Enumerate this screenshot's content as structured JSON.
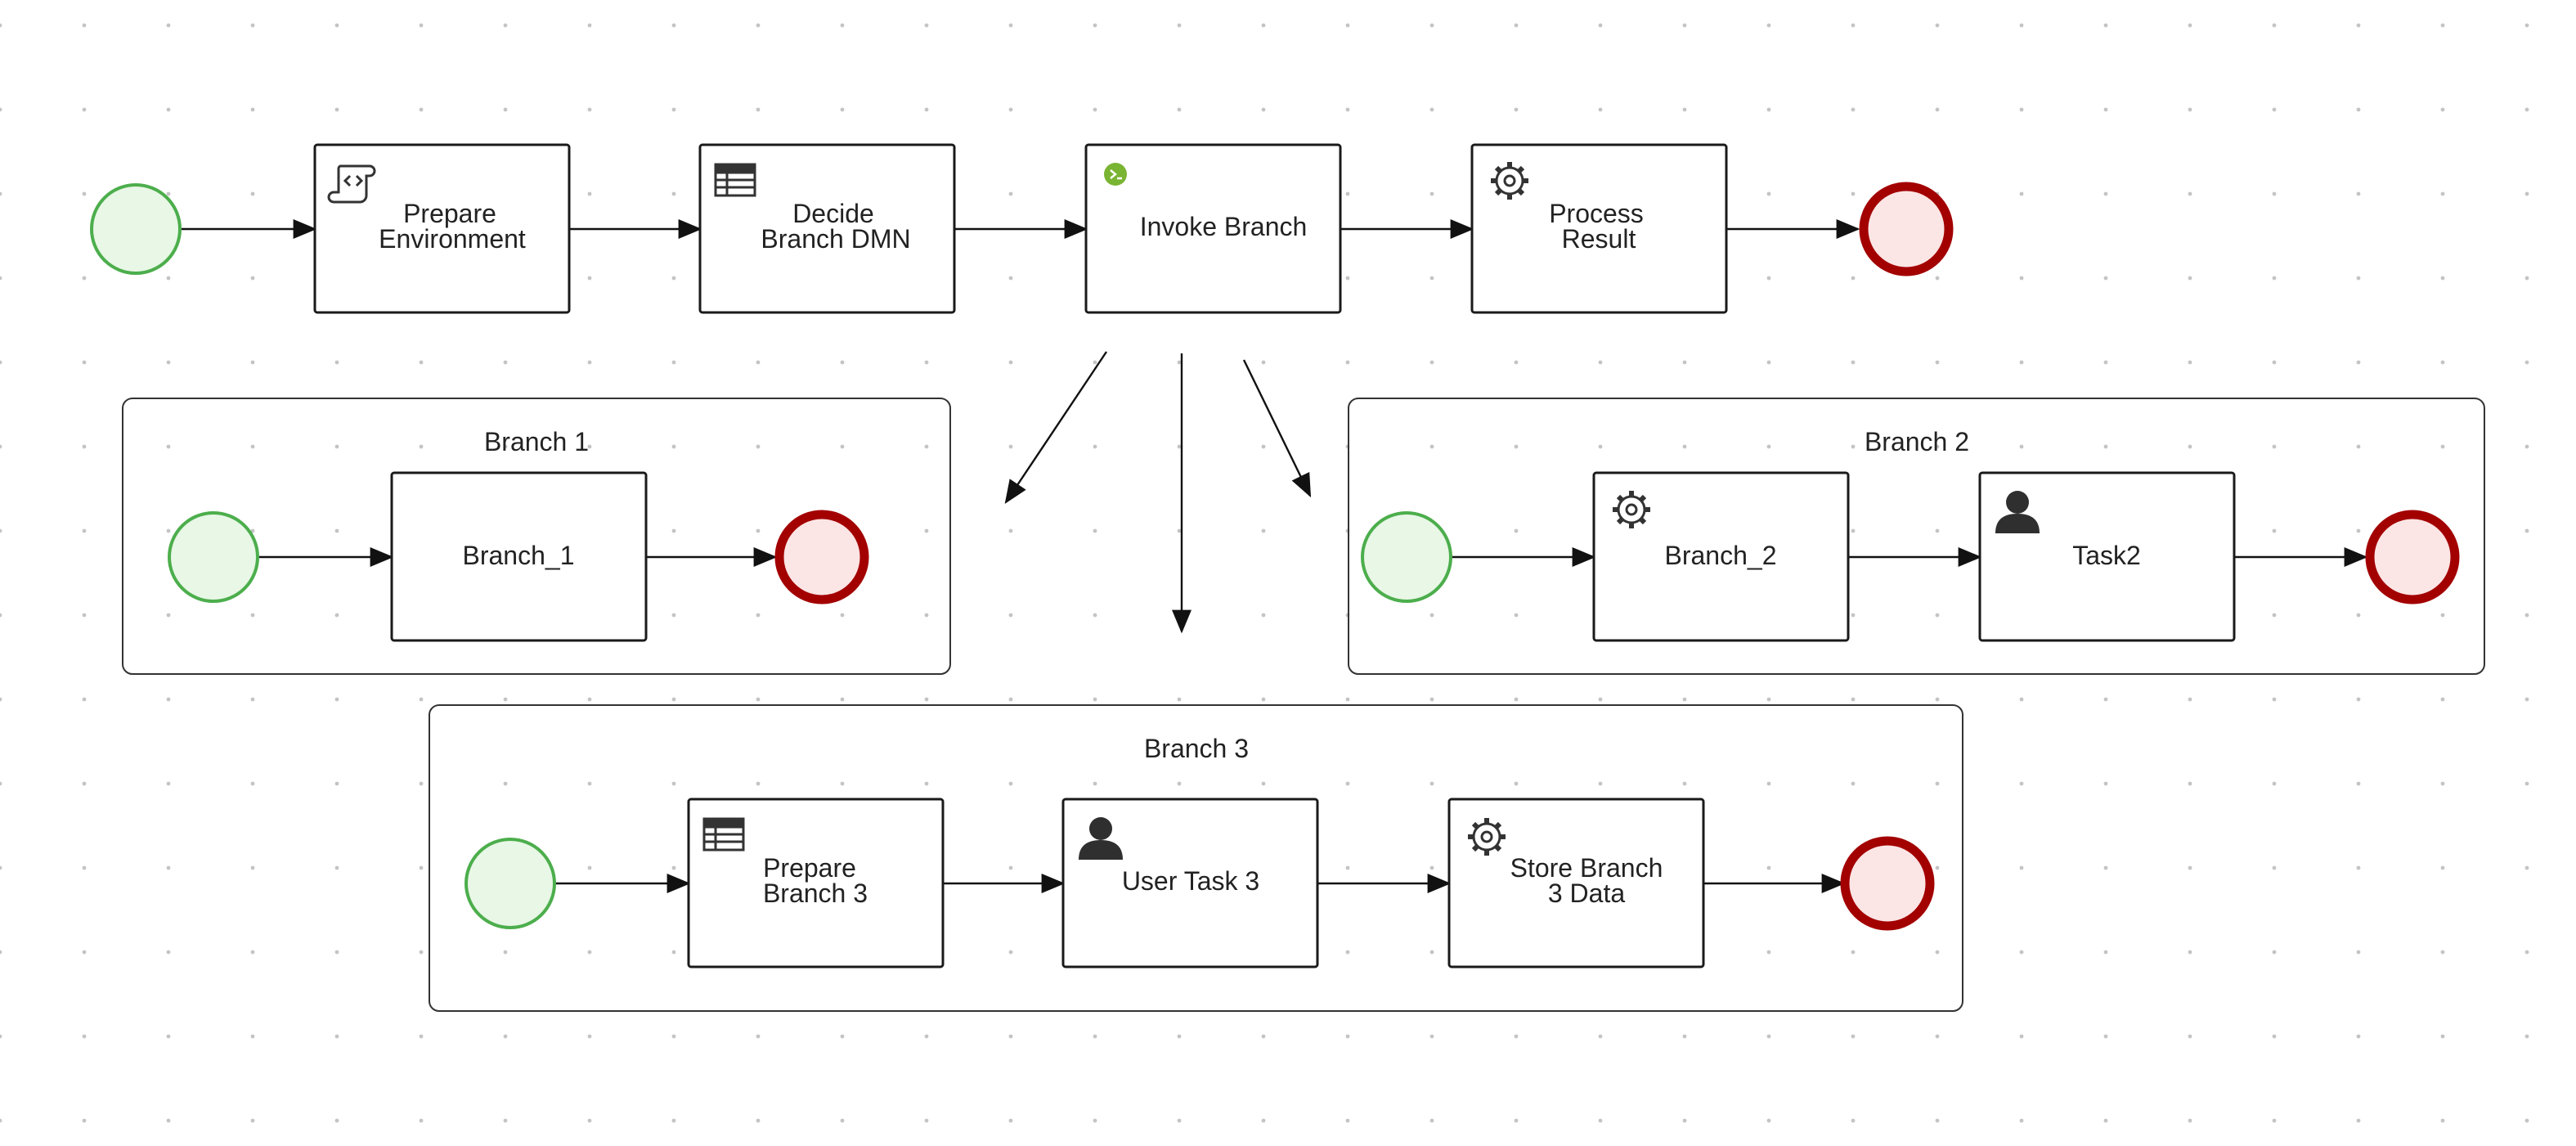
{
  "diagram": {
    "main_flow": {
      "tasks": {
        "prepare_environment": {
          "lines": [
            "Prepare",
            "Environment"
          ],
          "icon": "script-icon"
        },
        "decide_branch_dmn": {
          "lines": [
            "Decide",
            "Branch DMN"
          ],
          "icon": "business-rule-table-icon"
        },
        "invoke_branch": {
          "lines": [
            "Invoke Branch"
          ],
          "icon": "service-task-icon"
        },
        "process_result": {
          "lines": [
            "Process",
            "Result"
          ],
          "icon": "gear-icon"
        }
      }
    },
    "branch1": {
      "title": "Branch 1",
      "tasks": {
        "branch_1": {
          "lines": [
            "Branch_1"
          ]
        }
      }
    },
    "branch2": {
      "title": "Branch 2",
      "tasks": {
        "branch_2": {
          "lines": [
            "Branch_2"
          ],
          "icon": "gear-icon"
        },
        "task2": {
          "lines": [
            "Task2"
          ],
          "icon": "user-icon"
        }
      }
    },
    "branch3": {
      "title": "Branch 3",
      "tasks": {
        "prepare_branch_3": {
          "lines": [
            "Prepare",
            "Branch 3"
          ],
          "icon": "business-rule-table-icon"
        },
        "user_task_3": {
          "lines": [
            "User Task 3"
          ],
          "icon": "user-icon"
        },
        "store_branch_3_data": {
          "lines": [
            "Store Branch",
            "3 Data"
          ],
          "icon": "gear-icon"
        }
      }
    },
    "colors": {
      "start_stroke": "#4cae4c",
      "start_fill": "#e8f7e6",
      "end_stroke": "#a30000",
      "end_fill": "#fbe5e5",
      "task_stroke": "#1a1a1a",
      "lane_stroke": "#333333",
      "grid_dot": "#c4c4c4",
      "service_icon": "#7ab433"
    }
  }
}
